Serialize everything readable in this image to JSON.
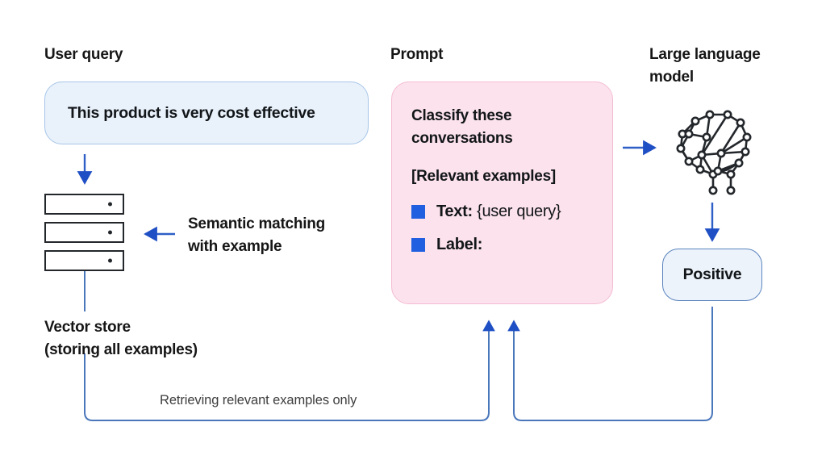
{
  "diagram": {
    "title_user_query": "User query",
    "title_prompt": "Prompt",
    "title_llm": "Large language\nmodel",
    "user_query_text": "This product is very cost effective",
    "prompt": {
      "instruction": "Classify these\nconversations",
      "relevant_examples": "[Relevant examples]",
      "bullets": [
        {
          "bold": "Text:",
          "rest": " {user query}"
        },
        {
          "bold": "Label:",
          "rest": ""
        }
      ]
    },
    "llm_output": "Positive",
    "semantic_matching_label": "Semantic matching\nwith example",
    "vector_store_label": "Vector store\n(storing all examples)",
    "retrieving_label": "Retrieving relevant examples only",
    "vector_store_rows": [
      "row-1",
      "row-2",
      "row-3"
    ],
    "icons": {
      "brain": "neural-network-brain-icon",
      "arrow_down": "arrow-down-icon",
      "arrow_left": "arrow-left-icon",
      "arrow_right": "arrow-right-icon",
      "arrow_up": "arrow-up-icon"
    },
    "colors": {
      "accent_blue": "#1f5fe0",
      "wire_blue": "#4a77bb",
      "box_blue_fill": "#e9f1fb",
      "box_blue_border": "#a7c6e8",
      "box_pink_fill": "#fce2ec",
      "box_pink_border": "#f4bcd3",
      "rack_border": "#23272b",
      "text_dark": "#121619",
      "text_muted": "#3d3d3d"
    }
  }
}
